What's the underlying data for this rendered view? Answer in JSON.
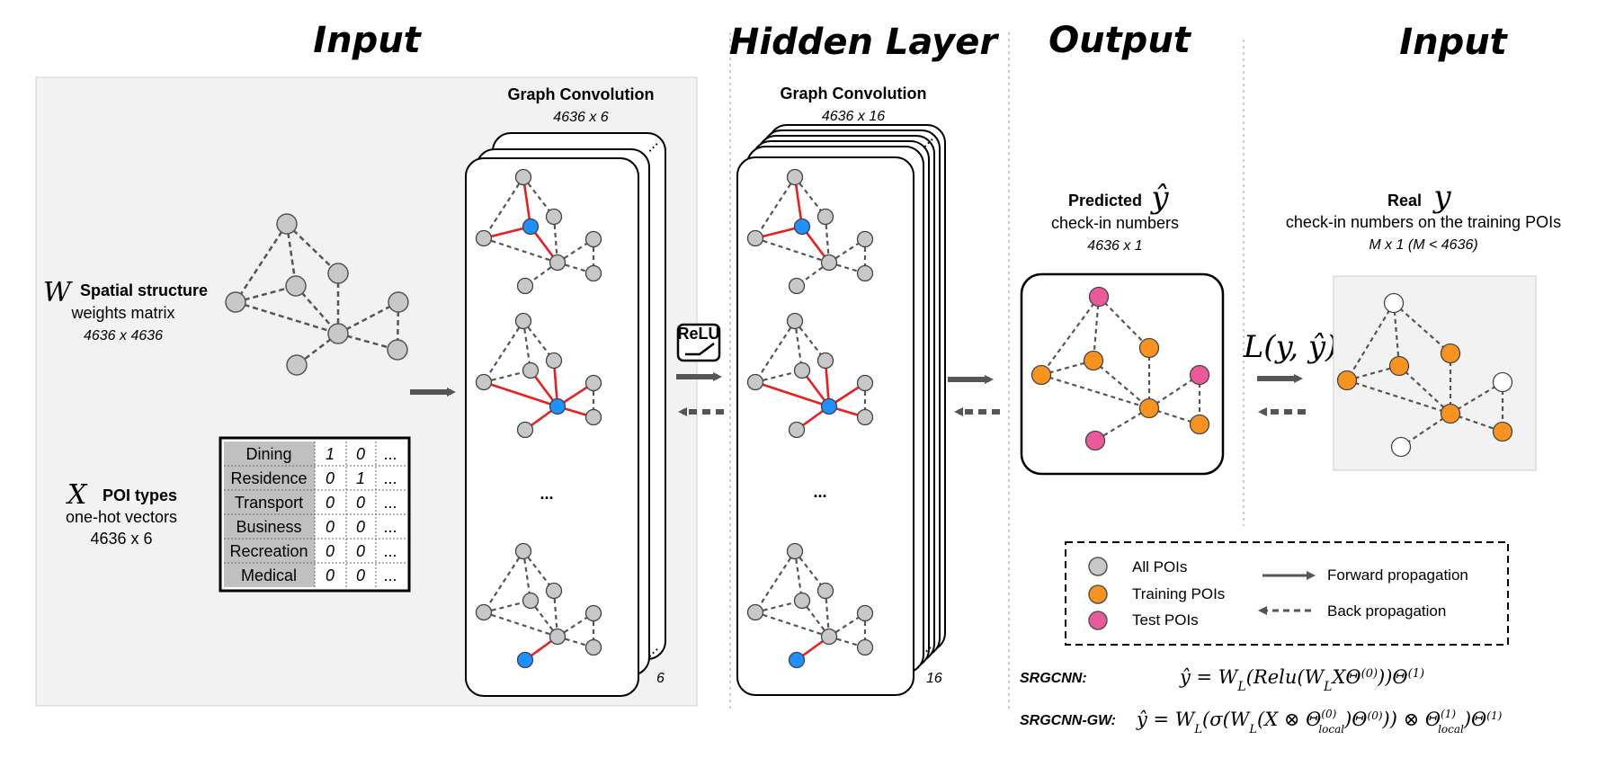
{
  "headers": {
    "input_left": "Input",
    "hidden": "Hidden Layer",
    "output": "Output",
    "input_right": "Input"
  },
  "w_block": {
    "symbol": "W",
    "title": "Spatial structure",
    "line2": "weights matrix",
    "dims": "4636 x 4636"
  },
  "x_block": {
    "symbol": "X",
    "title": "POI types",
    "line2": "one-hot vectors",
    "dims": "4636 x 6"
  },
  "poi_table": {
    "rows": [
      {
        "type": "Dining",
        "c1": "1",
        "c2": "0",
        "c3": "..."
      },
      {
        "type": "Residence",
        "c1": "0",
        "c2": "1",
        "c3": "..."
      },
      {
        "type": "Transport",
        "c1": "0",
        "c2": "0",
        "c3": "..."
      },
      {
        "type": "Business",
        "c1": "0",
        "c2": "0",
        "c3": "..."
      },
      {
        "type": "Recreation",
        "c1": "0",
        "c2": "0",
        "c3": "..."
      },
      {
        "type": "Medical",
        "c1": "0",
        "c2": "0",
        "c3": "..."
      }
    ]
  },
  "gc1": {
    "title": "Graph Convolution",
    "dims": "4636 x 6",
    "ellipsis": "...",
    "count": "6",
    "corner": "..."
  },
  "gc2": {
    "title": "Graph Convolution",
    "dims": "4636 x 16",
    "ellipsis": "...",
    "count": "16",
    "corner": "..."
  },
  "relu": "ReLU",
  "predicted": {
    "title": "Predicted",
    "symbol": "ŷ",
    "line2": "check-in numbers",
    "dims": "4636 x 1"
  },
  "real": {
    "title": "Real",
    "symbol": "y",
    "line2": "check-in numbers on the training POIs",
    "dims": "M x 1  (M < 4636)"
  },
  "loss": "L(y, ŷ)",
  "legend": {
    "all": "All POIs",
    "training": "Training POIs",
    "test": "Test POIs",
    "forward": "Forward propagation",
    "back": "Back propagation"
  },
  "formulas": {
    "srgcnn_label": "SRGCNN:",
    "srgcnn_gw_label": "SRGCNN-GW:"
  },
  "colors": {
    "gray_node": "#c8c8c8",
    "training_node": "#f7931e",
    "test_node": "#ea5a9a",
    "focus_node": "#1e90ff",
    "red_edge": "#e82020",
    "arrow": "#555555",
    "panel_bg": "#f2f2f2"
  }
}
